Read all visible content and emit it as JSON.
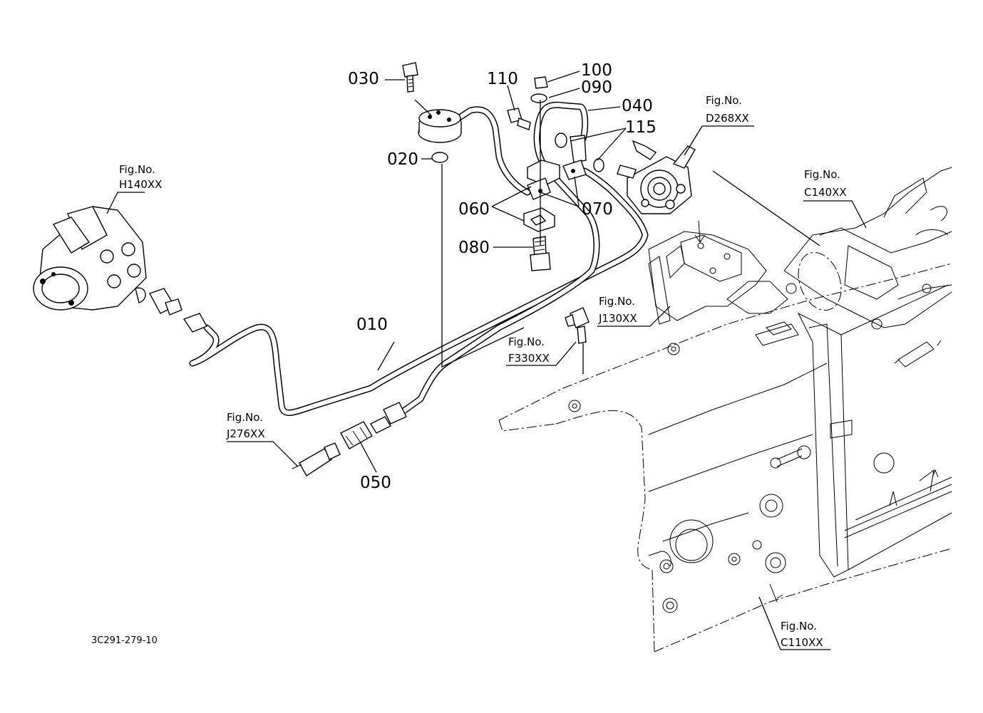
{
  "drawing_code": "3C291-279-10",
  "part_labels": {
    "p010": "010",
    "p020": "020",
    "p030": "030",
    "p040": "040",
    "p050": "050",
    "p060": "060",
    "p070": "070",
    "p080": "080",
    "p090": "090",
    "p100": "100",
    "p110": "110",
    "p115": "115"
  },
  "figure_refs": {
    "prefix": "Fig.No.",
    "h140": "H140XX",
    "j276": "J276XX",
    "f330": "F330XX",
    "j130": "J130XX",
    "d268": "D268XX",
    "c140": "C140XX",
    "c110": "C110XX"
  }
}
